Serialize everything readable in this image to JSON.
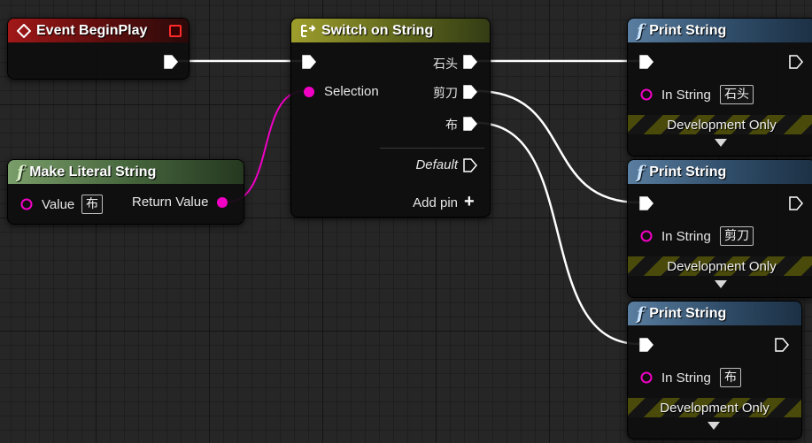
{
  "event_node": {
    "title": "Event BeginPlay"
  },
  "switch_node": {
    "title": "Switch on String",
    "selection_label": "Selection",
    "pins": [
      "石头",
      "剪刀",
      "布"
    ],
    "default_label": "Default",
    "add_pin_label": "Add pin"
  },
  "literal_node": {
    "title": "Make Literal String",
    "value_label": "Value",
    "value": "布",
    "return_label": "Return Value"
  },
  "print_nodes": [
    {
      "title": "Print String",
      "in_label": "In String",
      "value": "石头",
      "dev_label": "Development Only"
    },
    {
      "title": "Print String",
      "in_label": "In String",
      "value": "剪刀",
      "dev_label": "Development Only"
    },
    {
      "title": "Print String",
      "in_label": "In String",
      "value": "布",
      "dev_label": "Development Only"
    }
  ],
  "colors": {
    "exec": "#ffffff",
    "string_pin": "#f001c4",
    "event_header": "#a11818",
    "switch_header": "#9e9e2c",
    "function_header": "#5a7ea0",
    "pure_header": "#7a9e6a"
  },
  "icons": {
    "event": "event-diamond-icon",
    "switch": "switch-branch-icon",
    "function": "function-f-icon"
  }
}
